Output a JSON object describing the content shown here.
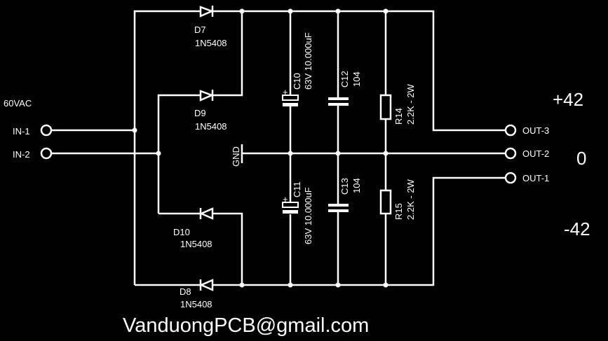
{
  "input": {
    "voltage_label": "60VAC",
    "in1": "IN-1",
    "in2": "IN-2"
  },
  "diodes": [
    {
      "ref": "D7",
      "part": "1N5408"
    },
    {
      "ref": "D9",
      "part": "1N5408"
    },
    {
      "ref": "D10",
      "part": "1N5408"
    },
    {
      "ref": "D8",
      "part": "1N5408"
    }
  ],
  "capacitors": [
    {
      "ref": "C10",
      "value": "63V 10.000uF"
    },
    {
      "ref": "C11",
      "value": "63V 10.000uF"
    },
    {
      "ref": "C12",
      "value": "104"
    },
    {
      "ref": "C13",
      "value": "104"
    }
  ],
  "resistors": [
    {
      "ref": "R14",
      "value": "2.2K - 2W"
    },
    {
      "ref": "R15",
      "value": "2.2K - 2W"
    }
  ],
  "ground_label": "GND",
  "plus_sign": "+",
  "outputs": [
    {
      "label": "OUT-3",
      "voltage": "+42"
    },
    {
      "label": "OUT-2",
      "voltage": "0"
    },
    {
      "label": "OUT-1",
      "voltage": "-42"
    }
  ],
  "footer_email": "VanduongPCB@gmail.com",
  "colors": {
    "background": "#000000",
    "line": "#ffffff"
  }
}
